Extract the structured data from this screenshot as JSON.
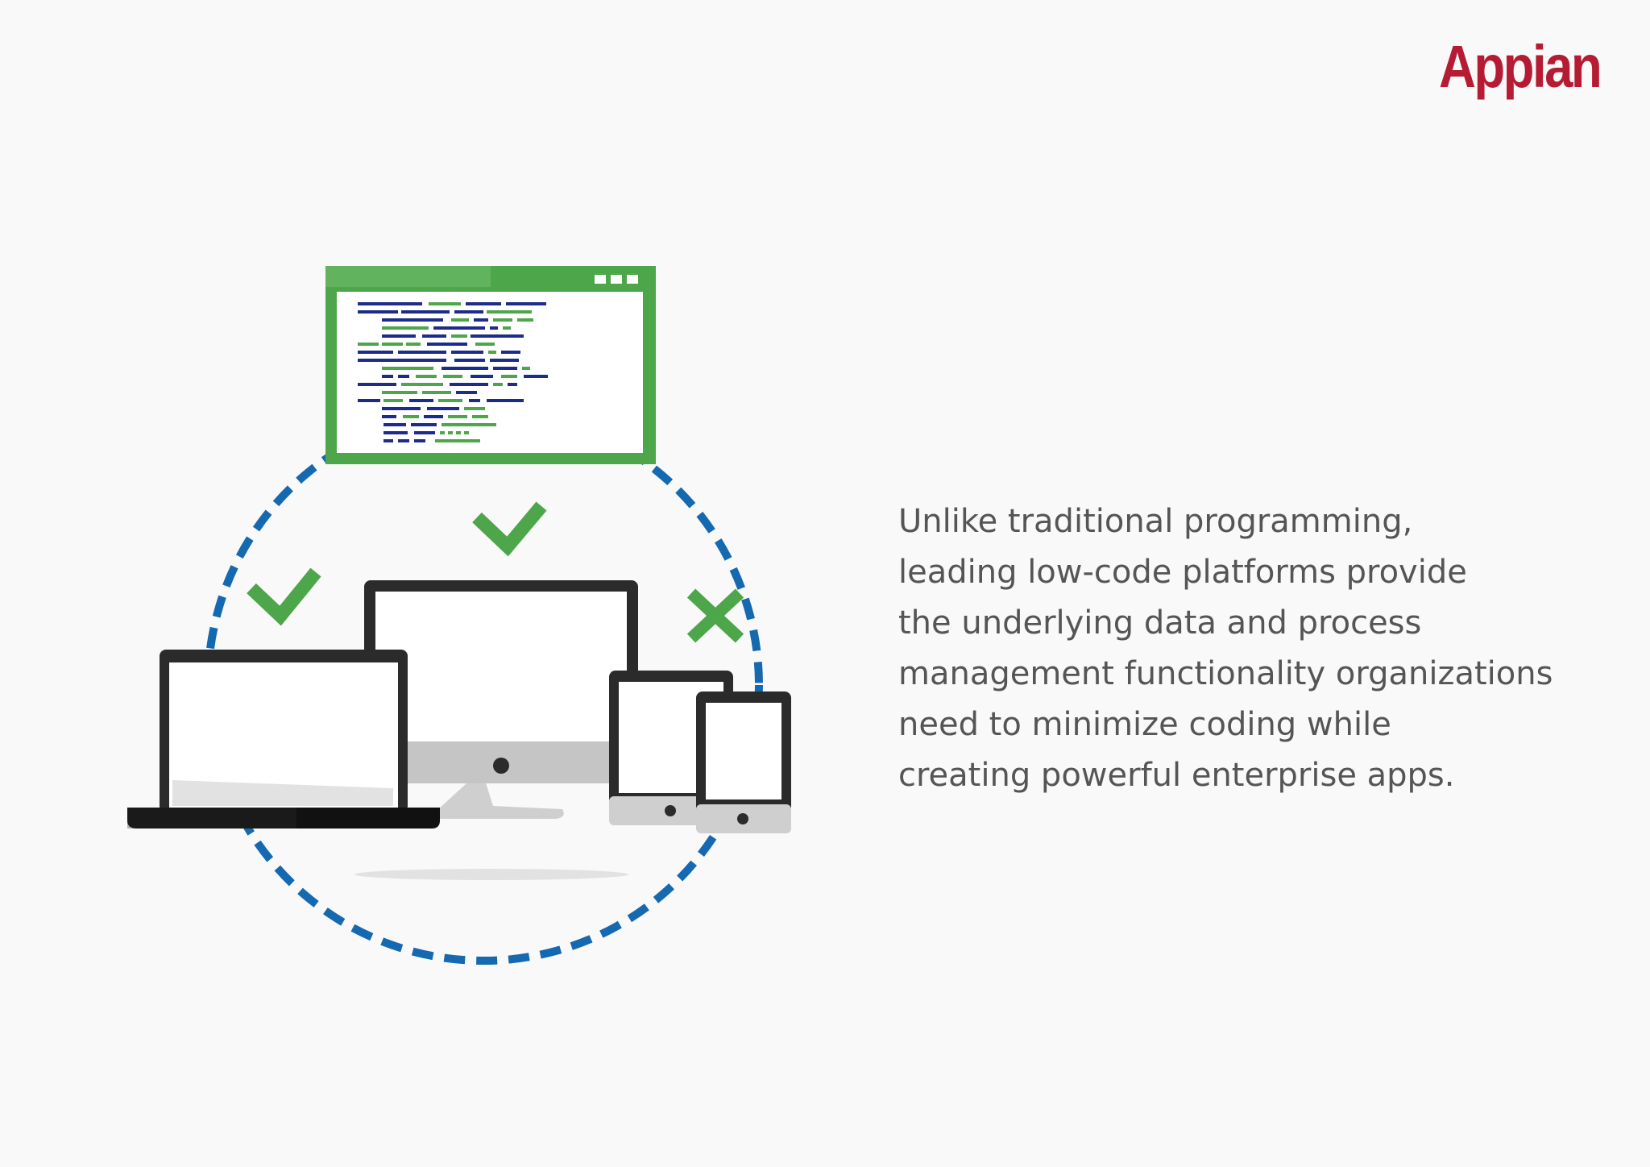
{
  "brand": {
    "logo_text": "Appian",
    "color": "#b51c34"
  },
  "body_text": {
    "lines": [
      "Unlike traditional programming,",
      "leading low-code platforms provide",
      "the underlying data and process",
      "management functionality organizations",
      "need to minimize coding while",
      "creating powerful enterprise apps."
    ]
  },
  "colors": {
    "accent_green": "#4ea64b",
    "ring_blue": "#1469b0",
    "code_navy": "#1c2b8c",
    "device_dark": "#2b2b2b",
    "text_gray": "#555555"
  },
  "icons": {
    "code_window": "code-window-icon",
    "checks": [
      "checkmark-icon",
      "checkmark-icon"
    ],
    "cross": "x-mark-icon",
    "devices": [
      "laptop-icon",
      "desktop-monitor-icon",
      "tablet-icon",
      "phone-icon"
    ]
  }
}
